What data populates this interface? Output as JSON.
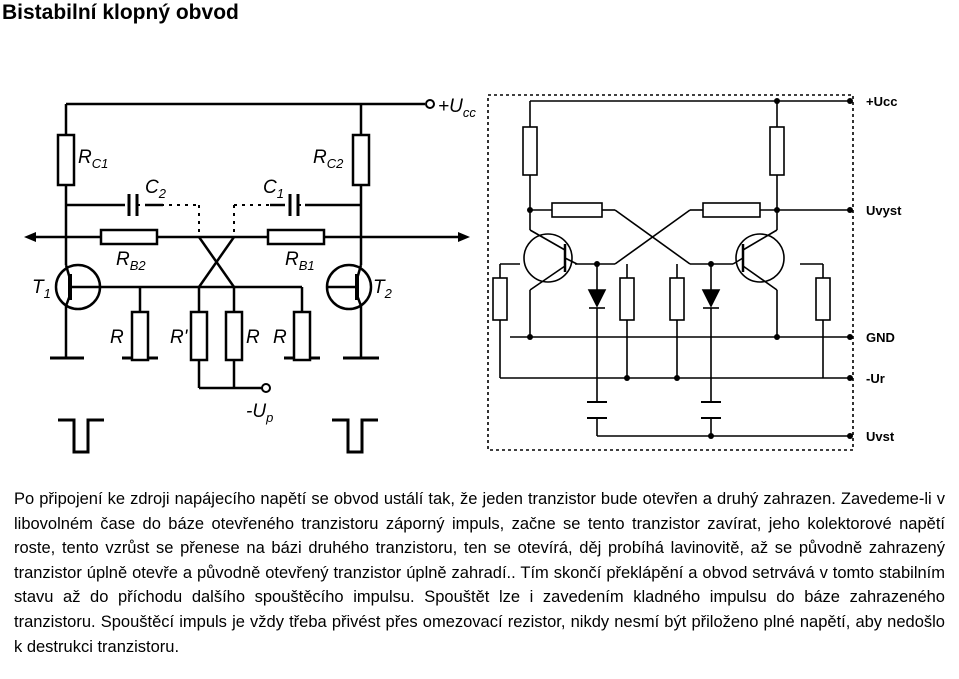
{
  "page_title": "Bistabilní klopný obvod",
  "left_circuit": {
    "supply_label": "+U",
    "supply_sub": "cc",
    "rc1": {
      "main": "R",
      "sub": "C1"
    },
    "rc2": {
      "main": "R",
      "sub": "C2"
    },
    "c2": {
      "main": "C",
      "sub": "2"
    },
    "c1": {
      "main": "C",
      "sub": "1"
    },
    "rb2": {
      "main": "R",
      "sub": "B2"
    },
    "rb1": {
      "main": "R",
      "sub": "B1"
    },
    "t1": {
      "main": "T",
      "sub": "1"
    },
    "t2": {
      "main": "T",
      "sub": "2"
    },
    "r_label": "R",
    "r_prime_label": "R'",
    "trigger_label": "-U",
    "trigger_sub": "p"
  },
  "right_circuit": {
    "ucc": "+Ucc",
    "uvyst_top": "Uvyst",
    "gnd": "GND",
    "ur": "-Ur",
    "uvst": "Uvst"
  },
  "description": "Po připojení ke zdroji napájecího napětí se obvod ustálí tak, že jeden tranzistor bude otevřen a druhý zahrazen. Zavedeme-li v libovolném čase do báze otevřeného tranzistoru záporný impuls, začne se tento tranzistor zavírat, jeho kolektorové napětí roste, tento vzrůst se přenese na bázi druhého tranzistoru, ten se otevírá, děj probíhá lavinovitě, až se původně zahrazený tranzistor úplně otevře a původně otevřený tranzistor úplně zahradí.. Tím skončí překlápění a obvod setrvává v tomto stabilním stavu až do příchodu dalšího spouštěcího impulsu. Spouštět lze i zavedením kladného impulsu do báze zahrazeného tranzistoru. Spouštěcí impuls je vždy třeba přivést přes omezovací rezistor, nikdy nesmí být přiloženo plné napětí, aby nedošlo k destrukci tranzistoru."
}
